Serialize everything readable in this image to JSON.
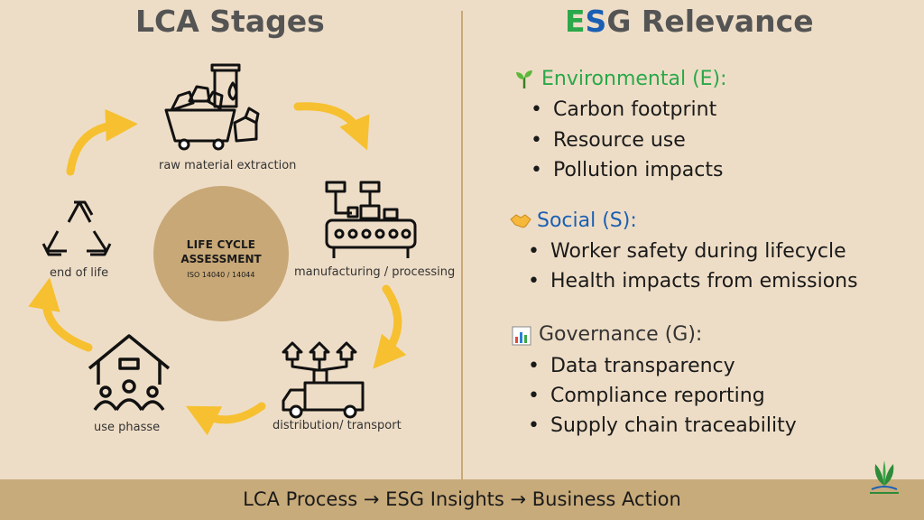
{
  "left": {
    "title": "LCA Stages",
    "center": {
      "line1": "LIFE CYCLE",
      "line2": "ASSESSMENT",
      "line3": "ISO 14040 / 14044"
    },
    "stages": [
      {
        "label": "raw material extraction"
      },
      {
        "label": "manufacturing / processing"
      },
      {
        "label": "distribution/ transport"
      },
      {
        "label": "use phasse"
      },
      {
        "label": "end of life"
      }
    ]
  },
  "right": {
    "title_e": "E",
    "title_s": "S",
    "title_rest": "G Relevance",
    "sections": [
      {
        "icon": "seedling-icon",
        "heading": "Environmental (E):",
        "color": "#2aa84a",
        "items": [
          "Carbon footprint",
          "Resource use",
          "Pollution impacts"
        ]
      },
      {
        "icon": "handshake-icon",
        "heading": "Social (S):",
        "color": "#1a5fb4",
        "items": [
          "Worker safety during lifecycle",
          "Health impacts from emissions"
        ]
      },
      {
        "icon": "bar-chart-icon",
        "heading": "Governance (G):",
        "color": "#333333",
        "items": [
          "Data transparency",
          "Compliance reporting",
          "Supply chain traceability"
        ]
      }
    ]
  },
  "footer": {
    "text": "LCA Process → ESG Insights → Business Action"
  },
  "colors": {
    "background": "#eeddc6",
    "arrow": "#f6c030",
    "accent": "#c8a877",
    "e_green": "#2aa84a",
    "s_blue": "#1a5fb4"
  }
}
